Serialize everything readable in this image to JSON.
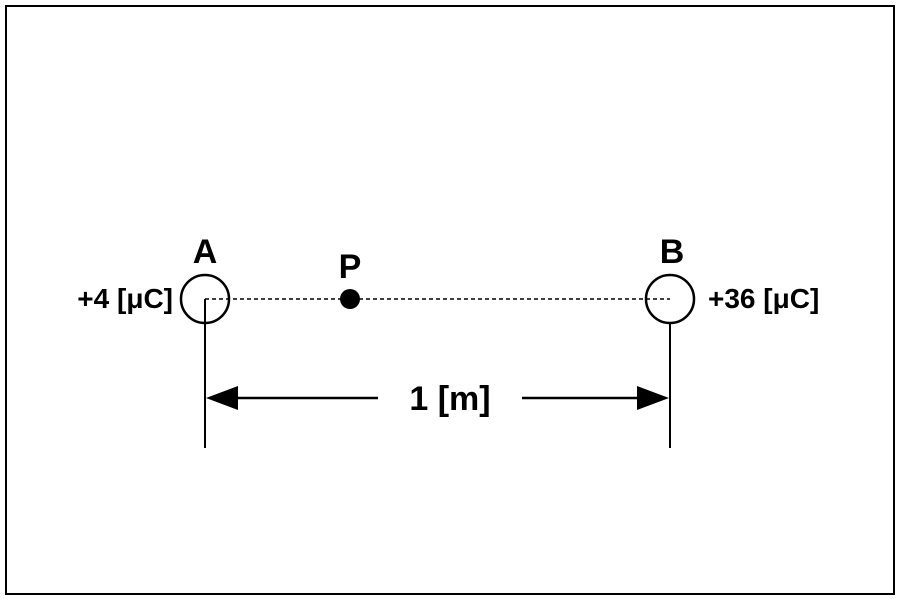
{
  "diagram": {
    "point_a": {
      "label": "A",
      "charge": "+4 [μC]"
    },
    "point_b": {
      "label": "B",
      "charge": "+36 [μC]"
    },
    "point_p": {
      "label": "P"
    },
    "distance": {
      "label": "1 [m]"
    },
    "colors": {
      "line": "#000000",
      "background": "#ffffff"
    }
  }
}
